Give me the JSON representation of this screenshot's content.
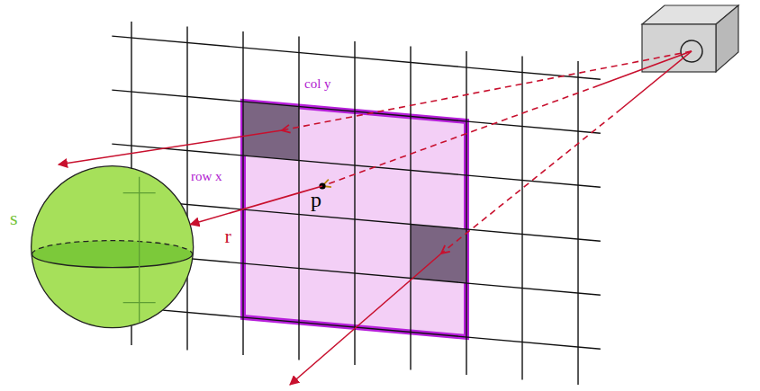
{
  "diagram": {
    "nodes": [
      {
        "text": [
          "col y",
          "row x"
        ]
      },
      {
        "text": [
          "p"
        ],
        "in": 0
      },
      {
        "text": [
          "s"
        ]
      }
    ],
    "edges": [
      {
        "from": 1,
        "to": 2,
        "arrow": "to",
        "label": "r"
      }
    ]
  }
}
